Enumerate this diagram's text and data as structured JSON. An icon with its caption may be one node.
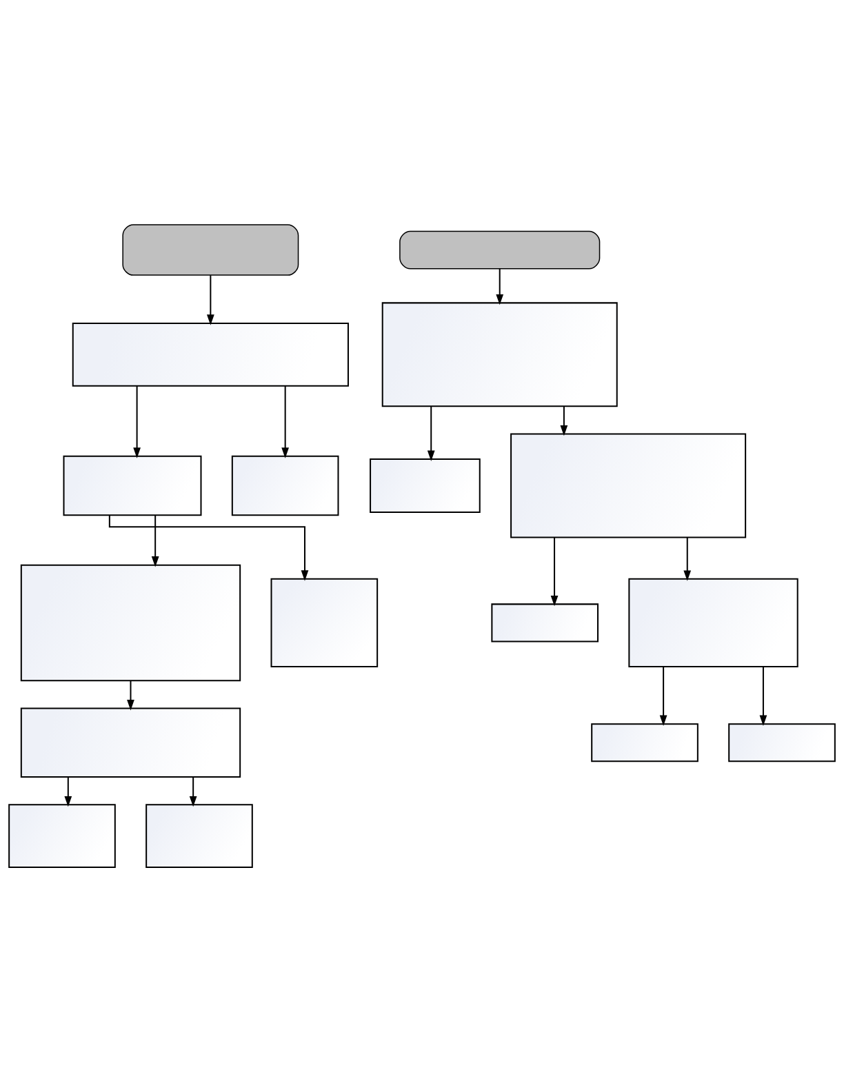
{
  "diagram": {
    "nodes": [
      {
        "text": [],
        "shape": "stadium"
      },
      {
        "text": [],
        "shape": "box"
      },
      {
        "text": [],
        "shape": "box"
      },
      {
        "text": [],
        "shape": "box"
      },
      {
        "text": [],
        "shape": "box"
      },
      {
        "text": [],
        "shape": "box"
      },
      {
        "text": [],
        "shape": "box"
      },
      {
        "text": [],
        "shape": "box"
      },
      {
        "text": [],
        "shape": "box"
      },
      {
        "text": [],
        "shape": "stadium"
      },
      {
        "text": [],
        "shape": "box"
      },
      {
        "text": [],
        "shape": "box"
      },
      {
        "text": [],
        "shape": "box"
      },
      {
        "text": [],
        "shape": "box"
      },
      {
        "text": [],
        "shape": "box"
      },
      {
        "text": [],
        "shape": "box"
      },
      {
        "text": [],
        "shape": "box"
      }
    ],
    "edges": [
      {
        "from": 0,
        "to": 1,
        "arrow": "to"
      },
      {
        "from": 1,
        "to": 2,
        "arrow": "to"
      },
      {
        "from": 1,
        "to": 3,
        "arrow": "to"
      },
      {
        "from": 2,
        "to": 4,
        "arrow": "to"
      },
      {
        "from": 2,
        "to": 5,
        "arrow": "to"
      },
      {
        "from": 4,
        "to": 6,
        "arrow": "to"
      },
      {
        "from": 6,
        "to": 7,
        "arrow": "to"
      },
      {
        "from": 6,
        "to": 8,
        "arrow": "to"
      },
      {
        "from": 9,
        "to": 10,
        "arrow": "to"
      },
      {
        "from": 10,
        "to": 11,
        "arrow": "to"
      },
      {
        "from": 10,
        "to": 12,
        "arrow": "to"
      },
      {
        "from": 12,
        "to": 13,
        "arrow": "to"
      },
      {
        "from": 12,
        "to": 14,
        "arrow": "to"
      },
      {
        "from": 14,
        "to": 15,
        "arrow": "to"
      },
      {
        "from": 14,
        "to": 16,
        "arrow": "to"
      }
    ]
  }
}
